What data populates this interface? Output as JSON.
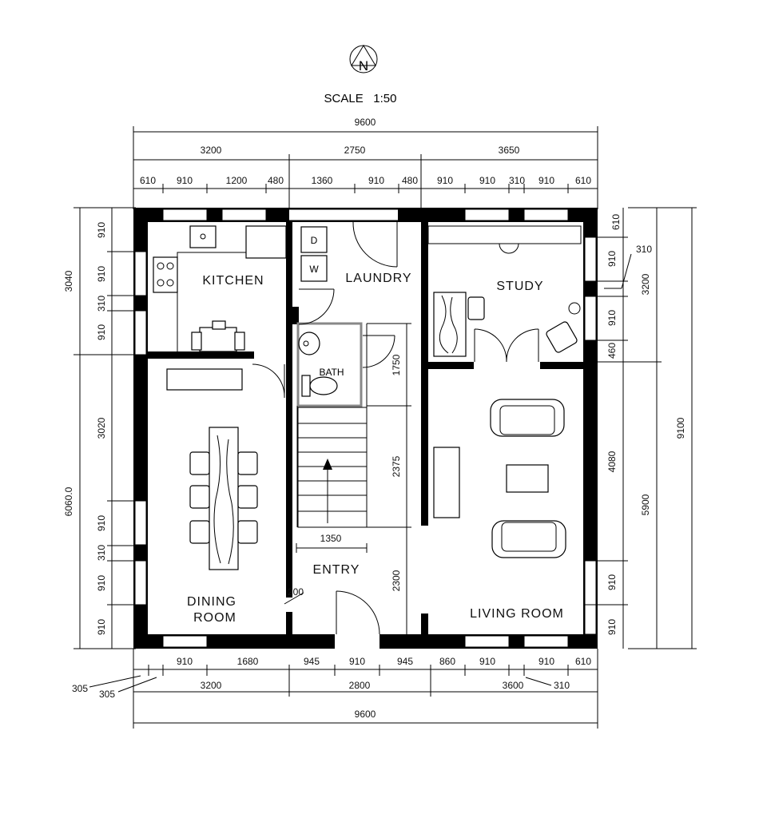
{
  "header": {
    "north_letter": "N",
    "scale": "SCALE   1:50"
  },
  "rooms": {
    "kitchen": "KITCHEN",
    "laundry": "LAUNDRY",
    "study": "STUDY",
    "bath": "BATH",
    "entry": "ENTRY",
    "dining_line1": "DINING",
    "dining_line2": "ROOM",
    "living": "LIVING ROOM",
    "dryer": "D",
    "washer": "W"
  },
  "dimensions": {
    "top_total": "9600",
    "top_sections": [
      "3200",
      "2750",
      "3650"
    ],
    "top_details": [
      "610",
      "910",
      "1200",
      "480",
      "1360",
      "910",
      "480",
      "910",
      "910",
      "310",
      "910",
      "610"
    ],
    "bottom_details": [
      "910",
      "1680",
      "945",
      "910",
      "945",
      "860",
      "910",
      "910",
      "610"
    ],
    "bottom_sections": [
      "3200",
      "2800",
      "3600"
    ],
    "bottom_total": "9600",
    "bottom_callouts": [
      "305",
      "305",
      "310"
    ],
    "left_outer": [
      "3040",
      "6060.0"
    ],
    "left_inner": [
      "910",
      "910",
      "310",
      "910",
      "3020",
      "910",
      "310",
      "910",
      "910"
    ],
    "right_inner": [
      "610",
      "910",
      "310",
      "910",
      "460",
      "4080",
      "910",
      "910"
    ],
    "right_mid": [
      "3200",
      "5900"
    ],
    "right_outer": "9100",
    "stair_rise": "2375",
    "bath_depth": "1750",
    "entry_depth": "2300",
    "stair_width": "1350",
    "door_jamb": "200"
  }
}
